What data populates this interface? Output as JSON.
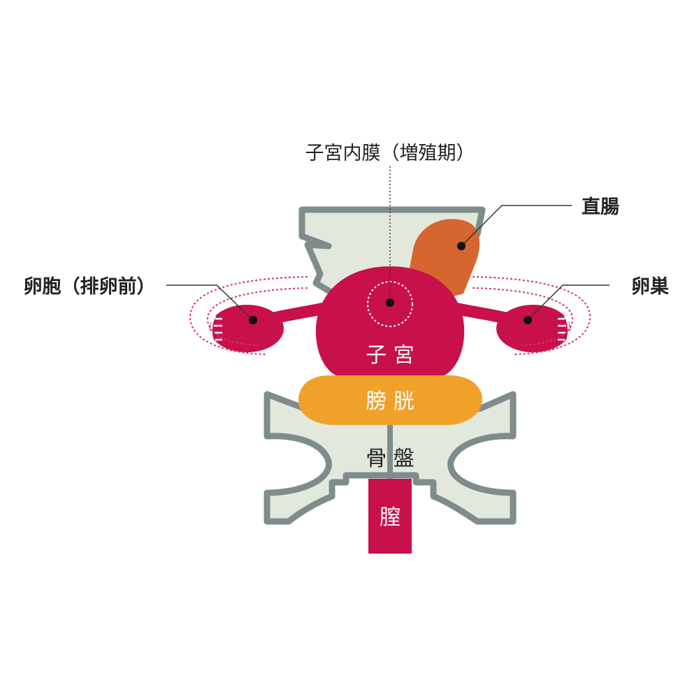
{
  "labels": {
    "endometrium": "子宮内膜（増殖期）",
    "rectum": "直腸",
    "follicle": "卵胞（排卵前）",
    "ovary": "卵巣",
    "uterus": "子 宮",
    "bladder": "膀 胱",
    "pelvis": "骨 盤",
    "vagina": "膣"
  },
  "colors": {
    "uterus": "#c8104a",
    "bladder": "#f0a129",
    "rectum": "#d66530",
    "bone_fill": "#e2e9dc",
    "bone_stroke": "#7e8c8c",
    "dotted": "#d9336a",
    "leader": "#333333"
  }
}
